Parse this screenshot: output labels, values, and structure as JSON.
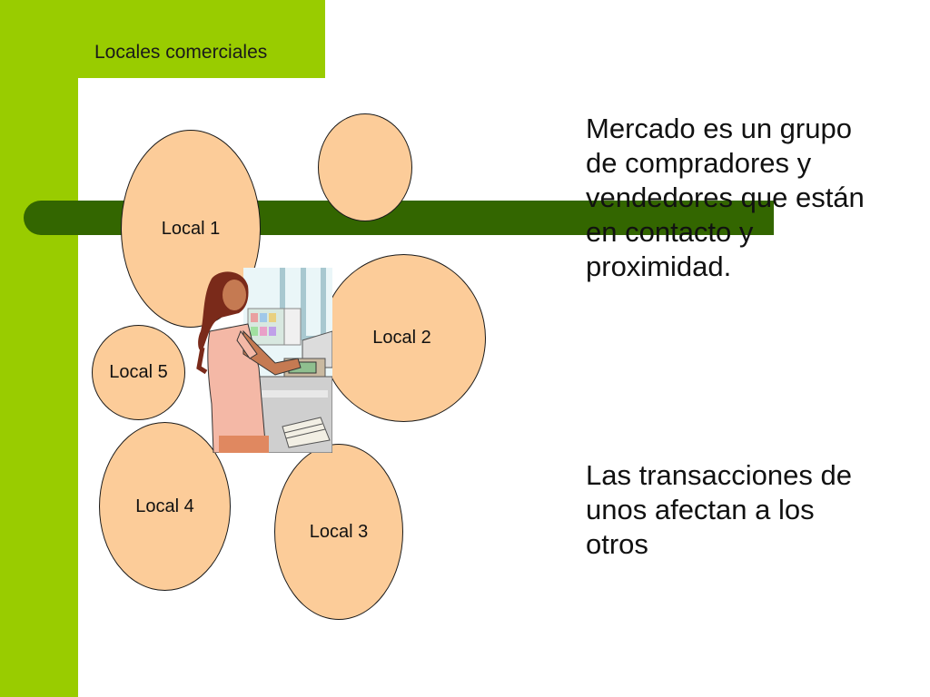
{
  "slide": {
    "title": "Locales comerciales",
    "locals": {
      "l1": "Local 1",
      "l2": "Local 2",
      "l3": "Local 3",
      "l4": "Local 4",
      "l5": "Local 5",
      "blank": ""
    },
    "paragraph1": "Mercado es un grupo de compradores y vendedores que están en contacto y proximidad.",
    "paragraph2": "Las transacciones de unos afectan a los otros"
  },
  "colors": {
    "green_light": "#99cc00",
    "green_dark": "#336600",
    "oval_fill": "#fccc99"
  },
  "icons": {
    "clipart": "cashier-clipart"
  }
}
